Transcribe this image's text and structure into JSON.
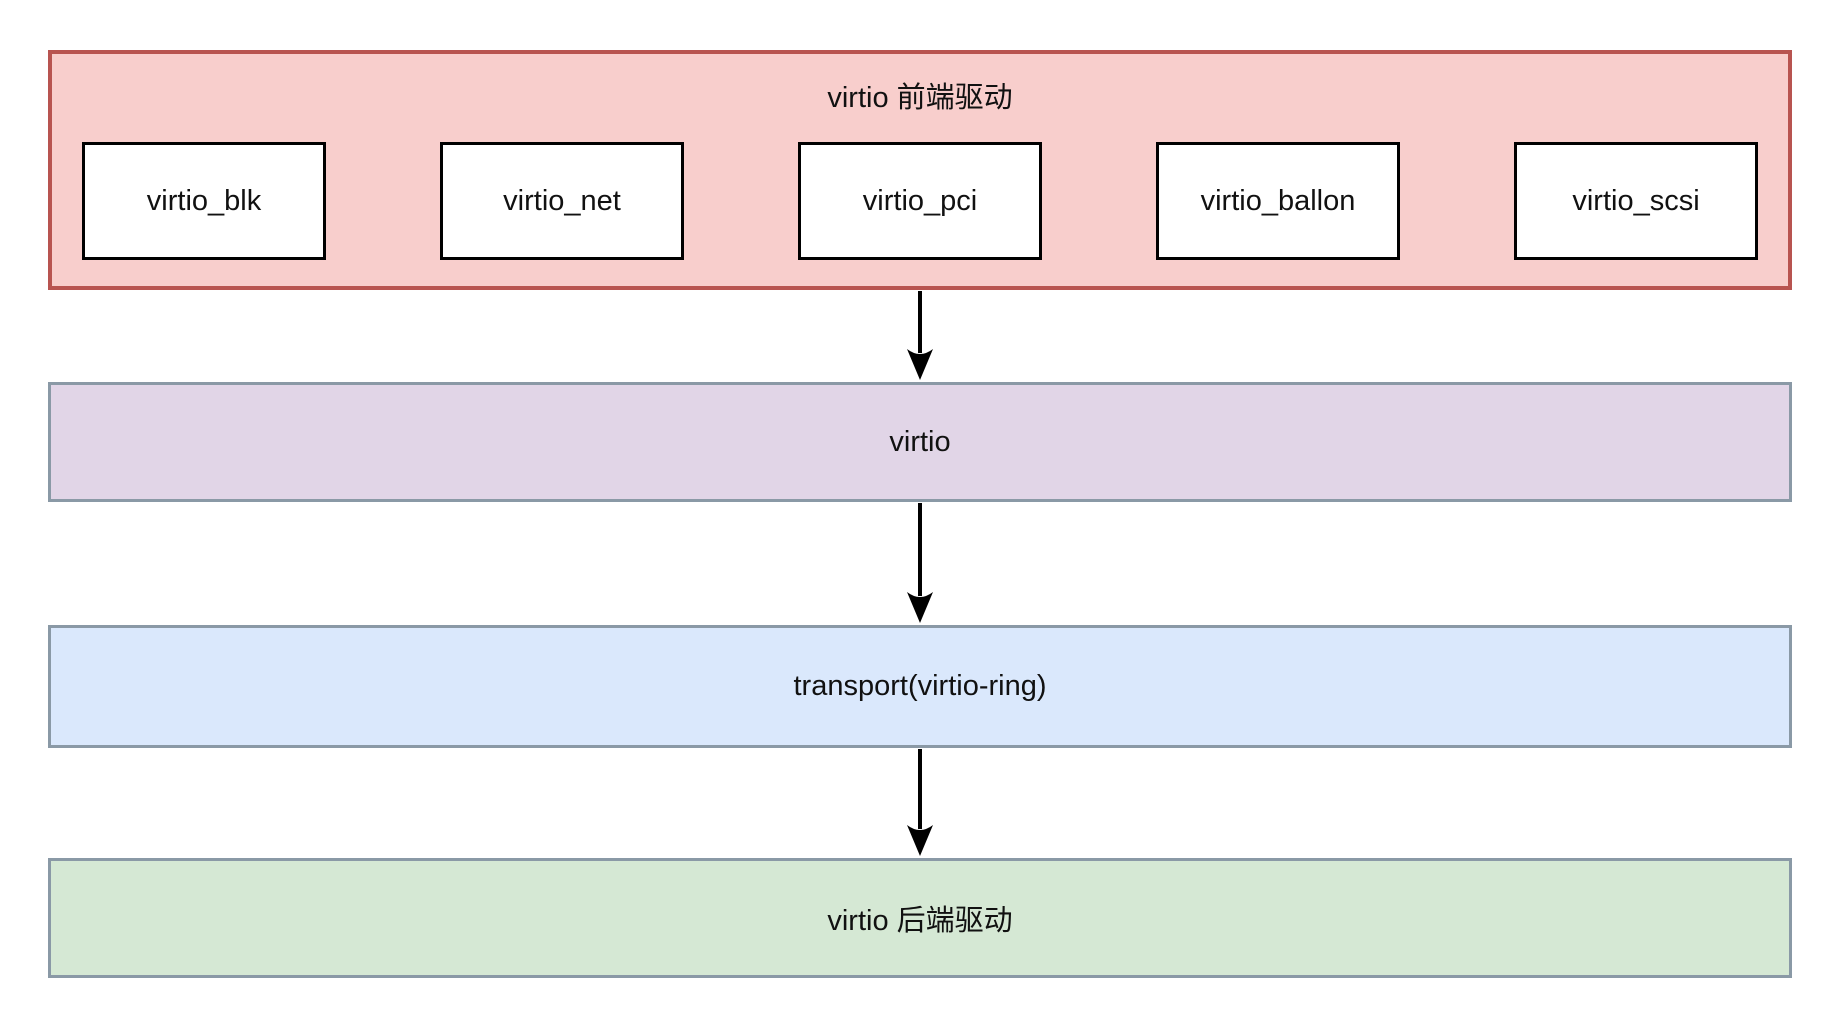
{
  "diagram": {
    "frontend_group": {
      "title": "virtio 前端驱动",
      "modules": [
        "virtio_blk",
        "virtio_net",
        "virtio_pci",
        "virtio_ballon",
        "virtio_scsi"
      ]
    },
    "layers": [
      {
        "label": "virtio"
      },
      {
        "label": "transport(virtio-ring)"
      },
      {
        "label": "virtio 后端驱动"
      }
    ],
    "colors": {
      "frontend_fill": "#f8cecc",
      "frontend_border": "#b85450",
      "module_fill": "#ffffff",
      "module_border": "#000000",
      "layer_virtio_fill": "#e1d5e7",
      "layer_transport_fill": "#dae8fc",
      "layer_backend_fill": "#d5e8d4",
      "layer_border": "#8a99a6",
      "arrow_color": "#000000",
      "text_color": "#111111"
    }
  }
}
